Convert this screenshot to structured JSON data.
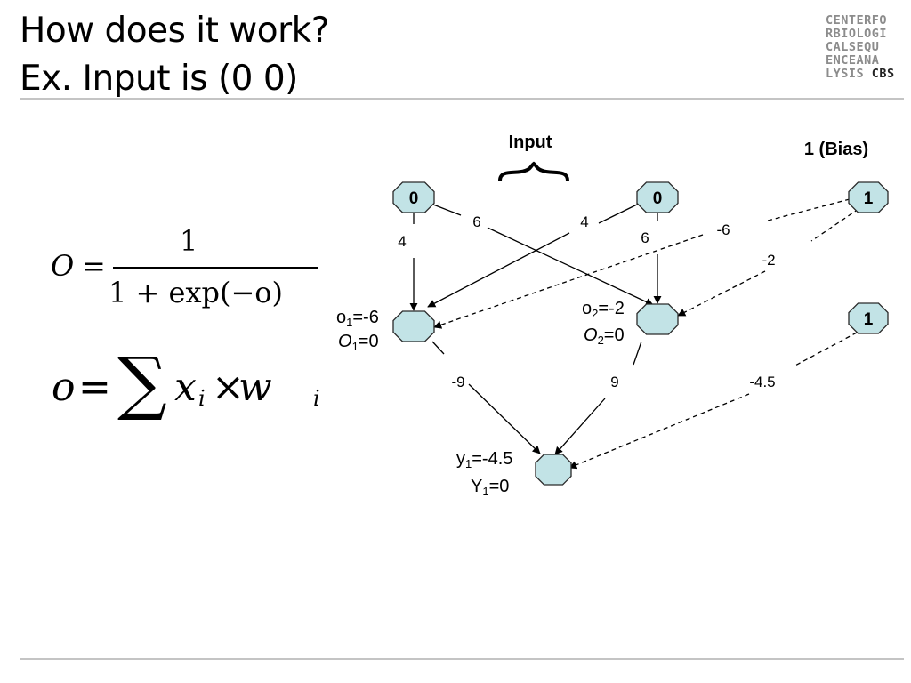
{
  "title": {
    "line1": "How does it work?",
    "line2": "Ex. Input is (0 0)"
  },
  "logo": {
    "lines": [
      "CENTERFO",
      "RBIOLOGI",
      "CALSEQU",
      "ENCEANA",
      "LYSIS"
    ],
    "suffix": "CBS"
  },
  "formulas": {
    "sigmoid": {
      "lhs": "O",
      "eq": "=",
      "numerator": "1",
      "denominator": "1 + exp(−o)"
    },
    "weighted_sum": {
      "lhs": "o",
      "eq": "=",
      "sum": "∑",
      "x": "x",
      "i": "i",
      "times": "×",
      "w": "w"
    }
  },
  "diagram": {
    "input_label": "Input",
    "bias_label": "1 (Bias)",
    "colors": {
      "node_fill": "#c2e3e6",
      "node_stroke": "#2a2a2a"
    },
    "nodes": {
      "in1": "0",
      "in2": "0",
      "bias1": "1",
      "bias2": "1"
    },
    "weights": {
      "in1_h1": "4",
      "in1_h2": "6",
      "in2_h1": "4",
      "in2_h2": "6",
      "bias_h1": "-6",
      "bias_h2": "-2",
      "h1_out": "-9",
      "h2_out": "9",
      "bias_out": "-4.5"
    },
    "hidden1": {
      "sum_var": "o",
      "sub": "1",
      "sum_value": "=-6",
      "out_var": "O",
      "out_value": "=0"
    },
    "hidden2": {
      "sum_var": "o",
      "sub": "2",
      "sum_value": "=-2",
      "out_var": "O",
      "out_value": "=0"
    },
    "output": {
      "sum_var": "y",
      "sub": "1",
      "sum_value": "=-4.5",
      "out_var": "Y",
      "out_value": "=0"
    }
  }
}
